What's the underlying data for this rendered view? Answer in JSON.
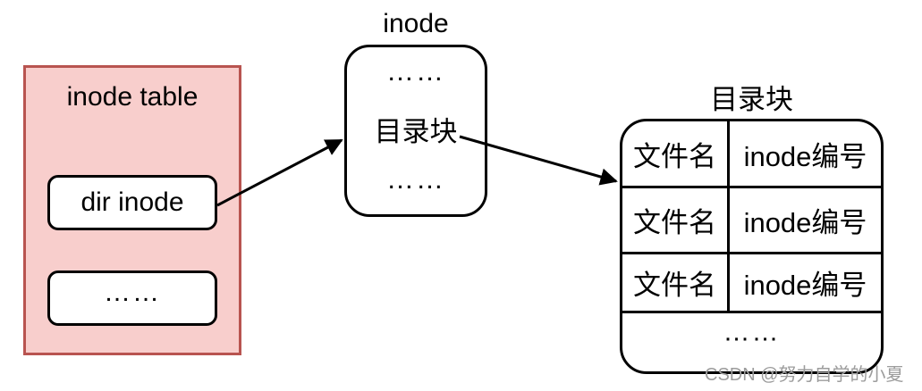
{
  "diagram": {
    "inode_table": {
      "title": "inode table",
      "items": [
        {
          "label": "dir inode"
        },
        {
          "label": "……"
        }
      ]
    },
    "inode_node": {
      "title": "inode",
      "rows": [
        "……",
        "目录块",
        "……"
      ]
    },
    "directory_block": {
      "title": "目录块",
      "rows": [
        {
          "filename": "文件名",
          "inode_no": "inode编号"
        },
        {
          "filename": "文件名",
          "inode_no": "inode编号"
        },
        {
          "filename": "文件名",
          "inode_no": "inode编号"
        }
      ],
      "footer": "……"
    },
    "arrows": [
      {
        "name": "dir-inode-to-inode",
        "from": "dir inode",
        "to": "inode"
      },
      {
        "name": "directory-block-to-table",
        "from": "目录块",
        "to": "目录块 table"
      }
    ],
    "colors": {
      "inode_table_fill": "#f8cecc",
      "inode_table_border": "#b85450",
      "node_border": "#000000",
      "watermark_text": "#9c9c9c"
    }
  },
  "watermark": "CSDN @努力自学的小夏"
}
